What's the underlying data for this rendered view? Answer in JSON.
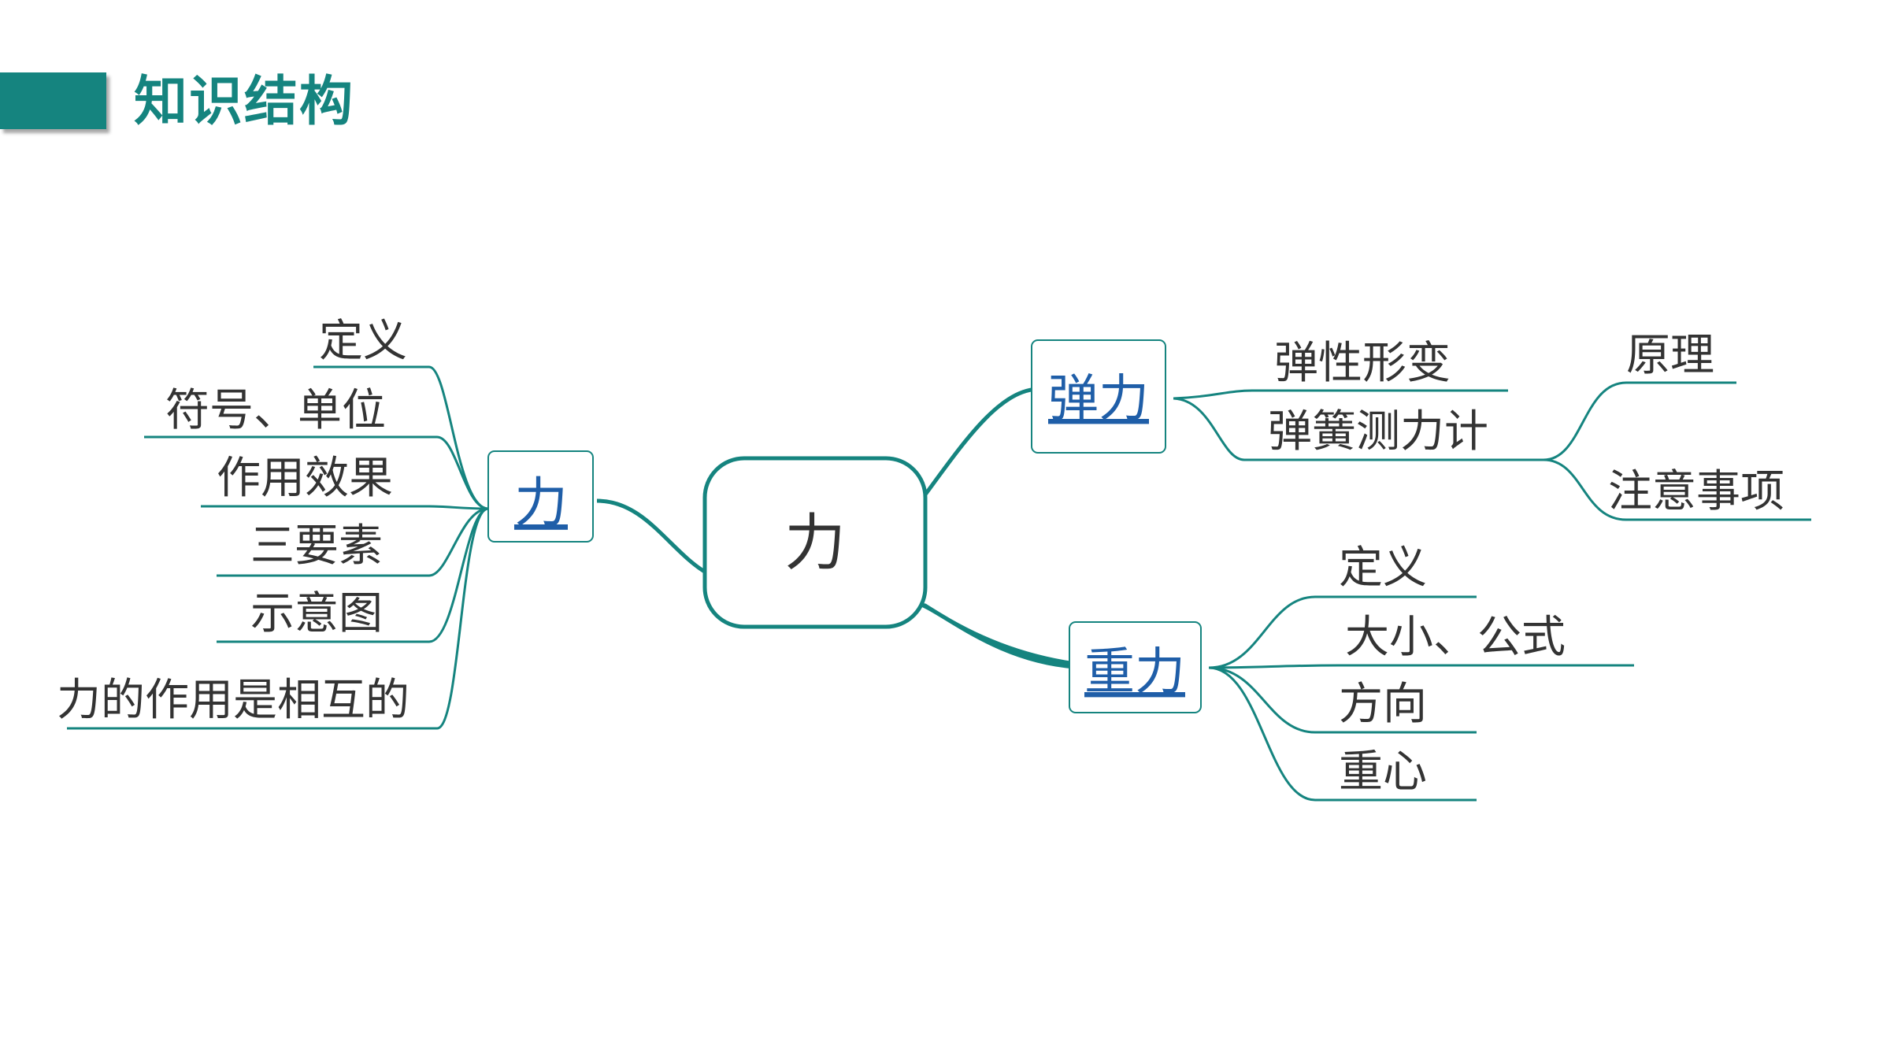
{
  "header": {
    "title": "知识结构"
  },
  "mindmap": {
    "root": "力",
    "left_branch": {
      "label": "力",
      "items": [
        "定义",
        "符号、单位",
        "作用效果",
        "三要素",
        "示意图",
        "力的作用是相互的"
      ]
    },
    "elastic_branch": {
      "label": "弹力",
      "items": [
        "弹性形变",
        "弹簧测力计"
      ],
      "sub_items": [
        "原理",
        "注意事项"
      ]
    },
    "gravity_branch": {
      "label": "重力",
      "items": [
        "定义",
        "大小、公式",
        "方向",
        "重心"
      ]
    }
  },
  "colors": {
    "accent": "#15847f",
    "link": "#1f5ea8",
    "text": "#333333"
  }
}
